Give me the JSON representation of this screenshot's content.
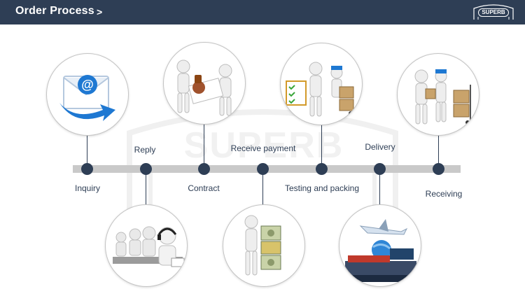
{
  "header": {
    "title": "Order Process",
    "chevron": ">",
    "logo_text": "SUPERB",
    "background": "#2e3e55"
  },
  "watermark": {
    "text": "SUPERB"
  },
  "colors": {
    "node": "#2e3e55",
    "bar": "#c9c9c9",
    "label": "#2e3e55"
  },
  "steps": [
    {
      "label": "Inquiry",
      "icon": "email-icon"
    },
    {
      "label": "Reply",
      "icon": "customer-service-icon"
    },
    {
      "label": "Contract",
      "icon": "stamp-contract-icon"
    },
    {
      "label": "Receive payment",
      "icon": "money-icon"
    },
    {
      "label": "Testing and packing",
      "icon": "checklist-packing-icon"
    },
    {
      "label": "Delivery",
      "icon": "shipping-icon"
    },
    {
      "label": "Receiving",
      "icon": "package-receiving-icon"
    }
  ]
}
